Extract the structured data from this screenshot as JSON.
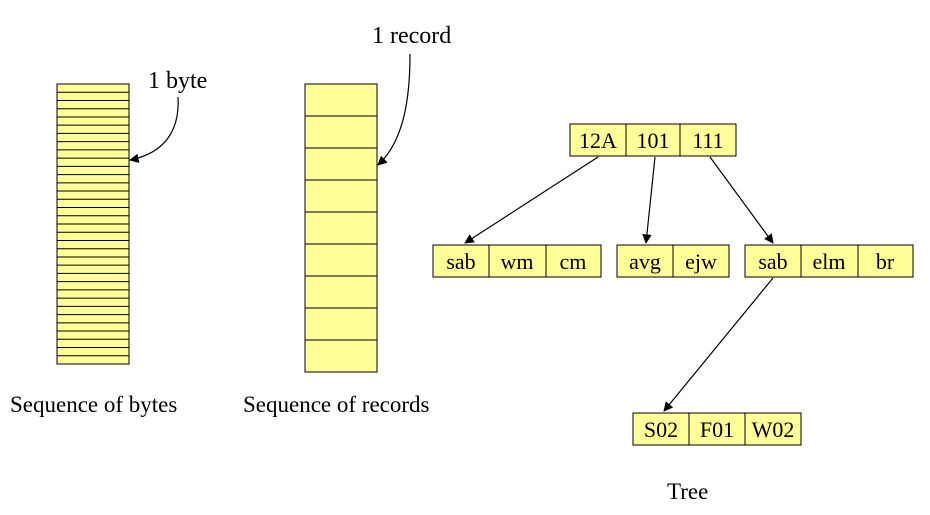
{
  "annotations": {
    "byte": "1 byte",
    "record": "1 record"
  },
  "captions": {
    "bytes": "Sequence of bytes",
    "records": "Sequence of records",
    "tree": "Tree"
  },
  "byte_sequence": {
    "line_count": 34
  },
  "record_sequence": {
    "record_count": 9
  },
  "tree": {
    "root": [
      "12A",
      "101",
      "111"
    ],
    "level1": [
      [
        "sab",
        "wm",
        "cm"
      ],
      [
        "avg",
        "ejw"
      ],
      [
        "sab",
        "elm",
        "br"
      ]
    ],
    "level2": [
      [
        "S02",
        "F01",
        "W02"
      ]
    ]
  },
  "colors": {
    "cell_fill": "#ffff99",
    "stroke": "#000000"
  }
}
